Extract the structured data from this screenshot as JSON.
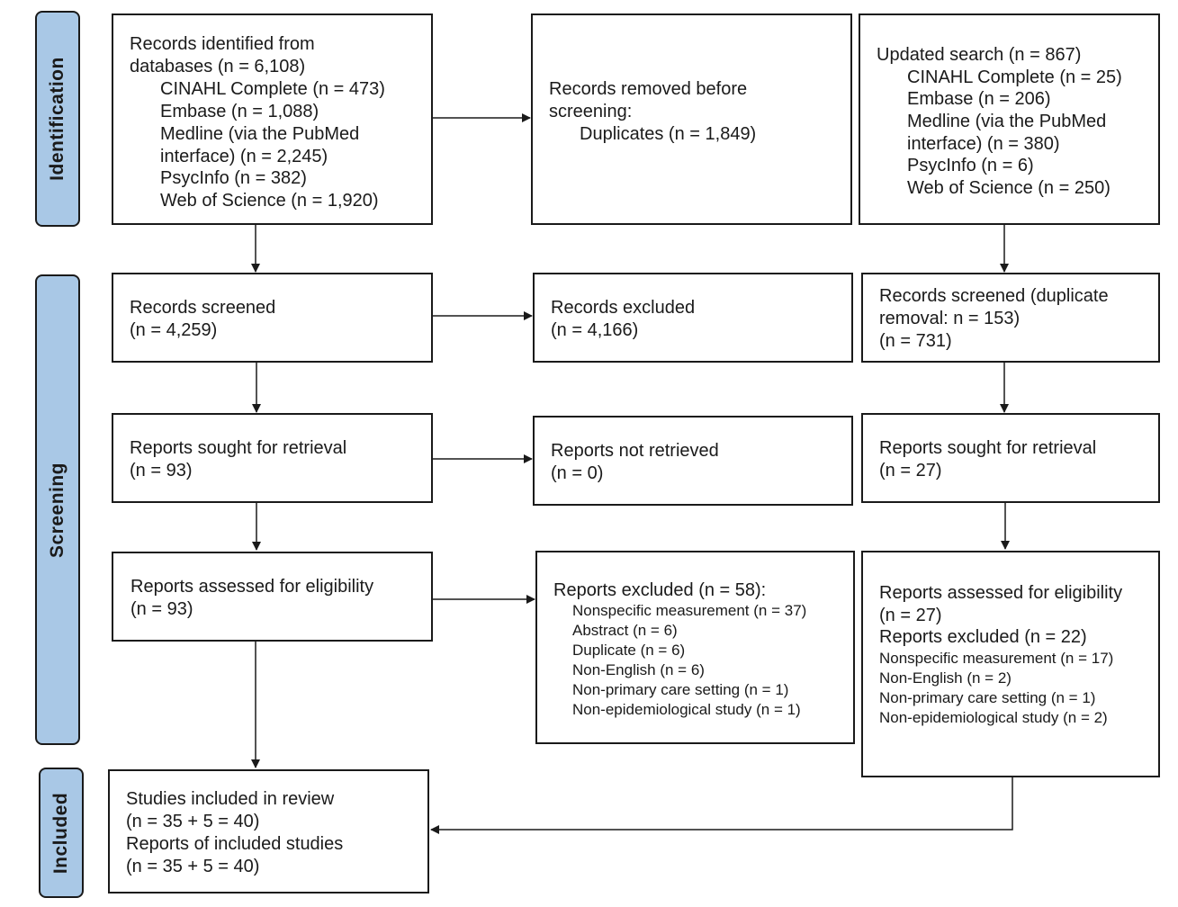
{
  "phases": {
    "identification": "Identification",
    "screening": "Screening",
    "included": "Included"
  },
  "identification": {
    "databases": {
      "line1": "Records identified from",
      "line2": "databases (n = 6,108)",
      "cinahl": "CINAHL Complete (n = 473)",
      "embase": "Embase (n = 1,088)",
      "medline1": "Medline (via the PubMed",
      "medline2": "interface) (n = 2,245)",
      "psycinfo": "PsycInfo (n = 382)",
      "wos": "Web of Science (n = 1,920)"
    },
    "removed": {
      "line1": "Records removed before",
      "line2": "screening:",
      "duplicates": "Duplicates (n = 1,849)"
    },
    "updated": {
      "line1": "Updated search (n = 867)",
      "cinahl": "CINAHL Complete (n = 25)",
      "embase": "Embase (n = 206)",
      "medline1": "Medline (via the PubMed",
      "medline2": "interface) (n = 380)",
      "psycinfo": "PsycInfo (n = 6)",
      "wos": "Web of Science (n = 250)"
    }
  },
  "screening": {
    "records_screened": {
      "line1": "Records screened",
      "line2": "(n = 4,259)"
    },
    "records_excluded": {
      "line1": "Records excluded",
      "line2": "(n = 4,166)"
    },
    "updated_screened": {
      "line1": "Records screened (duplicate",
      "line2": "removal: n = 153)",
      "line3": "(n = 731)"
    },
    "sought": {
      "line1": "Reports sought for retrieval",
      "line2": "(n = 93)"
    },
    "not_retrieved": {
      "line1": "Reports not retrieved",
      "line2": "(n = 0)"
    },
    "updated_sought": {
      "line1": "Reports sought for retrieval",
      "line2": "(n = 27)"
    },
    "assessed": {
      "line1": "Reports assessed for eligibility",
      "line2": "(n = 93)"
    },
    "excluded_reports": {
      "line1": "Reports excluded (n = 58):",
      "r1": "Nonspecific measurement (n = 37)",
      "r2": "Abstract (n = 6)",
      "r3": "Duplicate (n = 6)",
      "r4": "Non-English (n = 6)",
      "r5": "Non-primary care setting (n = 1)",
      "r6": "Non-epidemiological study (n = 1)"
    },
    "updated_assessed": {
      "line1": "Reports assessed for eligibility",
      "line2": "(n = 27)",
      "line3": "Reports excluded (n = 22)",
      "r1": "Nonspecific measurement (n = 17)",
      "r2": "Non-English (n = 2)",
      "r3": "Non-primary care setting (n = 1)",
      "r4": "Non-epidemiological study (n = 2)"
    }
  },
  "included": {
    "line1": "Studies included in review",
    "line2": "(n = 35 + 5 = 40)",
    "line3": "Reports of included studies",
    "line4": "(n = 35 + 5 = 40)"
  },
  "colors": {
    "phase_fill": "#a9c8e6",
    "stroke": "#1a1a1a"
  }
}
